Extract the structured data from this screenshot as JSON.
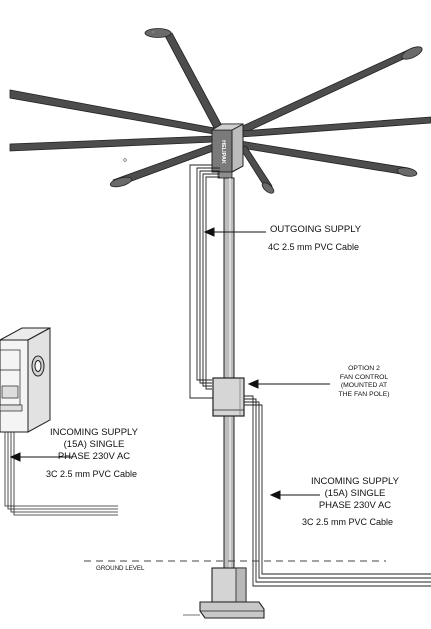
{
  "labels": {
    "outgoing_title": "OUTGOING SUPPLY",
    "outgoing_cable": "4C 2.5 mm PVC Cable",
    "option2_line1": "OPTION 2",
    "option2_line2": "FAN CONTROL",
    "option2_line3": "(MOUNTED AT",
    "option2_line4": "THE FAN POLE)",
    "incoming_left_line1": "INCOMING SUPPLY",
    "incoming_left_line2": "(15A) SINGLE",
    "incoming_left_line3": "PHASE 230V AC",
    "incoming_left_cable": "3C 2.5 mm PVC Cable",
    "incoming_right_line1": "INCOMING SUPPLY",
    "incoming_right_line2": "(15A) SINGLE",
    "incoming_right_line3": "PHASE 230V AC",
    "incoming_right_cable": "3C 2.5 mm PVC Cable",
    "ground_level": "GROUND LEVEL",
    "brand_text": "HELIPAK"
  },
  "colors": {
    "blade": "#4a4a4a",
    "line": "#222222",
    "pole": "#bdbdbd",
    "box": "#d9d9d9"
  }
}
